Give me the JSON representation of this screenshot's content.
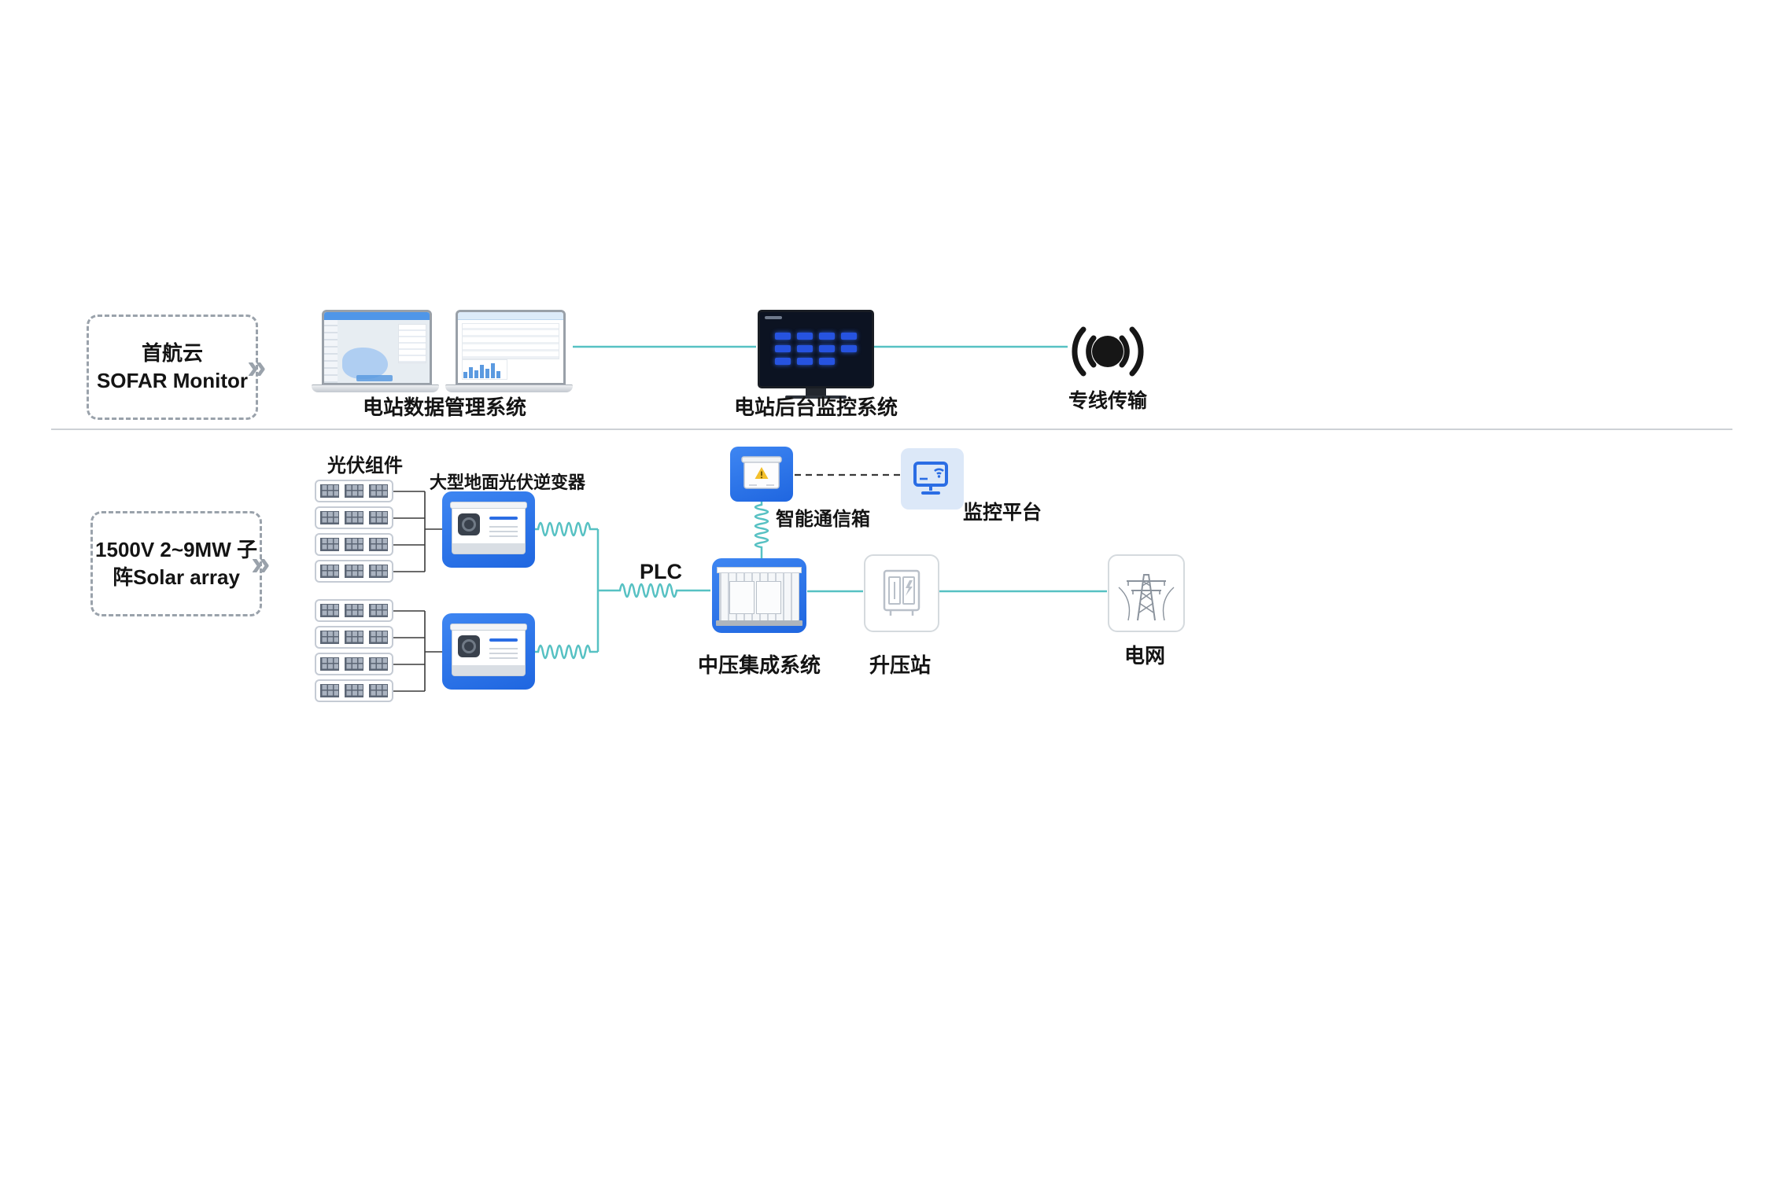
{
  "colors": {
    "teal_line": "#57c1c3",
    "blue_tile": "#2273ea",
    "light_blue_tile": "#dce8f8",
    "icon_blue": "#2b6de4",
    "warning_yellow": "#f3bf2b",
    "dark_screen": "#0c1322"
  },
  "top_row": {
    "sofar_cloud_box": {
      "line1": "首航云",
      "line2": "SOFAR Monitor"
    },
    "chevron": "»",
    "labels": {
      "data_management": "电站数据管理系统",
      "backend_monitoring": "电站后台监控系统",
      "dedicated_transmission": "专线传输"
    }
  },
  "bottom_row": {
    "solar_array_box": {
      "line1": "1500V 2~9MW 子",
      "line2": "阵Solar array"
    },
    "chevron": "»",
    "labels": {
      "pv_modules": "光伏组件",
      "ground_inverter": "大型地面光伏逆变器",
      "plc": "PLC",
      "smart_comm_box": "智能通信箱",
      "monitoring_platform": "监控平台",
      "mv_integration": "中压集成系统",
      "booster_station": "升压站",
      "power_grid": "电网"
    }
  }
}
